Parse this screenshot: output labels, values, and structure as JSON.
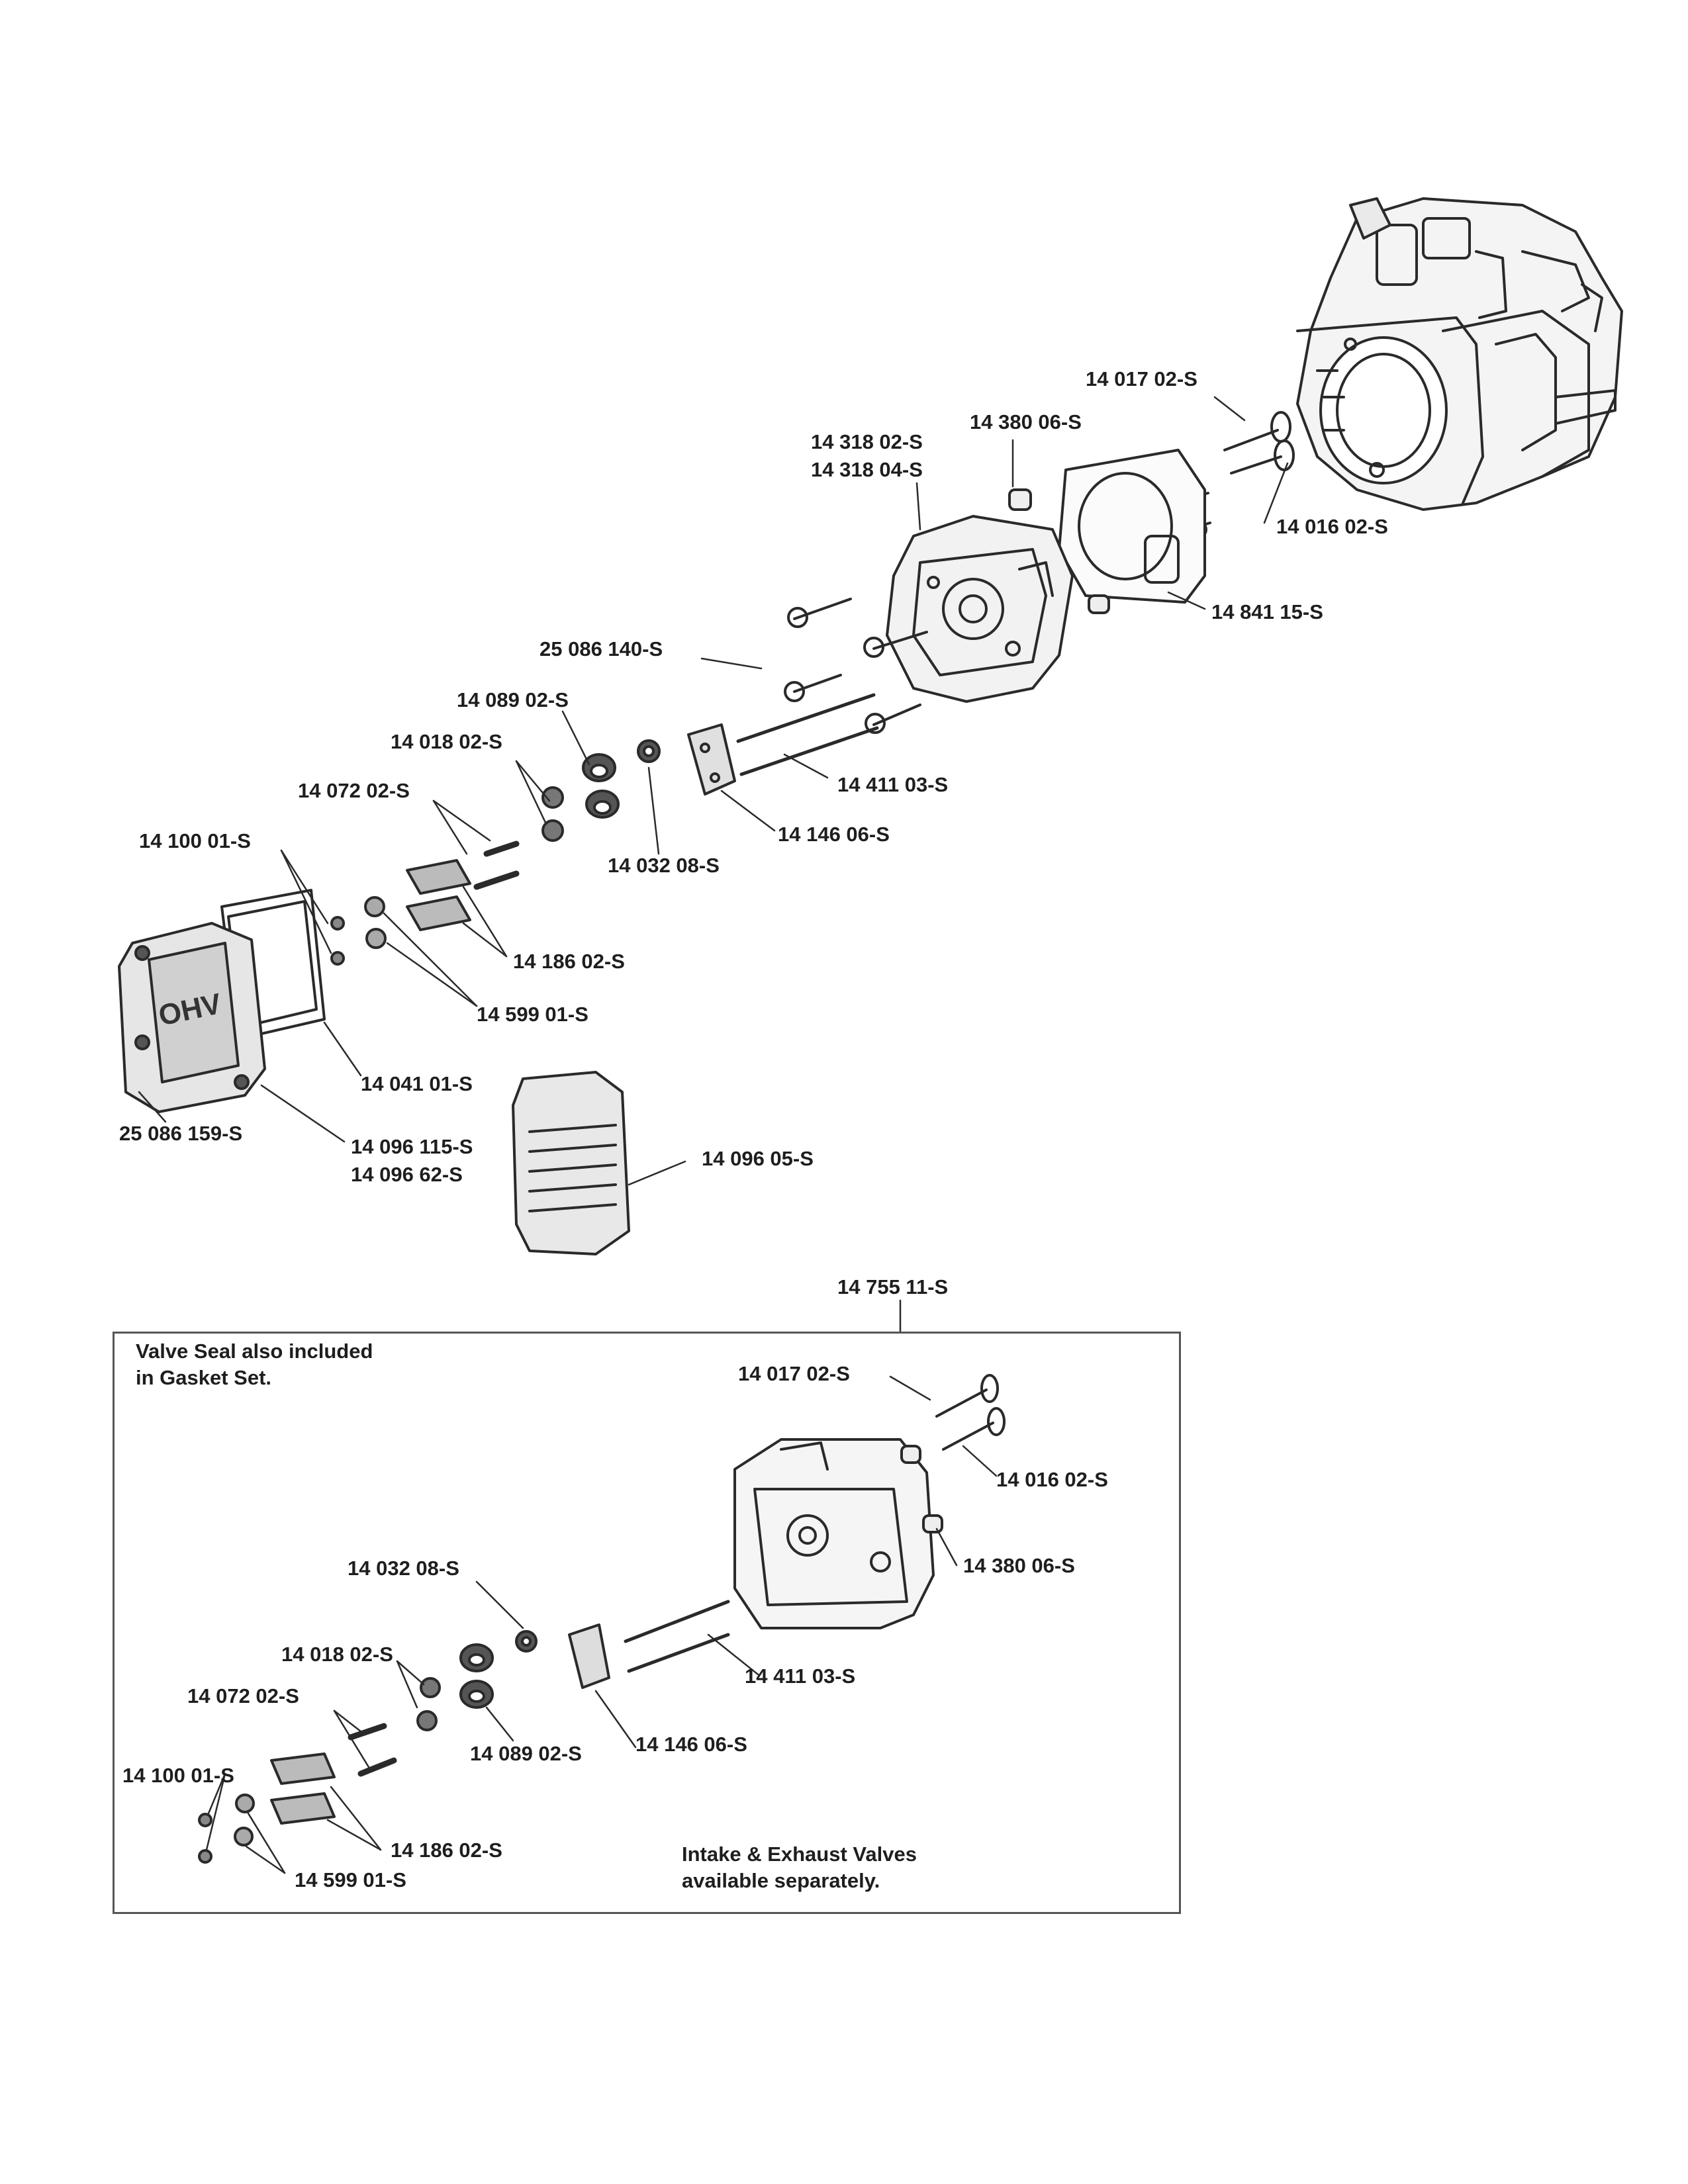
{
  "labels": {
    "l1": "14 017 02-S",
    "l2": "14 380 06-S",
    "l3a": "14 318 02-S",
    "l3b": "14 318 04-S",
    "l4": "14 016 02-S",
    "l5": "14 841 15-S",
    "l6": "25 086 140-S",
    "l7": "14 089 02-S",
    "l8": "14 018 02-S",
    "l9": "14 411 03-S",
    "l10": "14 072 02-S",
    "l11": "14 146 06-S",
    "l12": "14 100 01-S",
    "l13": "14 032 08-S",
    "l14": "14 186 02-S",
    "l15": "14 599 01-S",
    "l16": "14 041 01-S",
    "l17": "25 086 159-S",
    "l18a": "14 096 115-S",
    "l18b": "14 096 62-S",
    "l19": "14 096 05-S"
  },
  "cover_text": "OHV",
  "kit": {
    "number": "14 755 11-S",
    "note_top_line1": "Valve Seal also included",
    "note_top_line2": "in Gasket Set.",
    "note_bottom_line1": "Intake & Exhaust Valves",
    "note_bottom_line2": "available separately.",
    "labels": {
      "k1": "14 017 02-S",
      "k2": "14 016 02-S",
      "k3": "14 380 06-S",
      "k4": "14 032 08-S",
      "k5": "14 411 03-S",
      "k6": "14 018 02-S",
      "k7": "14 072 02-S",
      "k8": "14 089 02-S",
      "k9": "14 146 06-S",
      "k10": "14 100 01-S",
      "k11": "14 186 02-S",
      "k12": "14 599 01-S"
    }
  }
}
